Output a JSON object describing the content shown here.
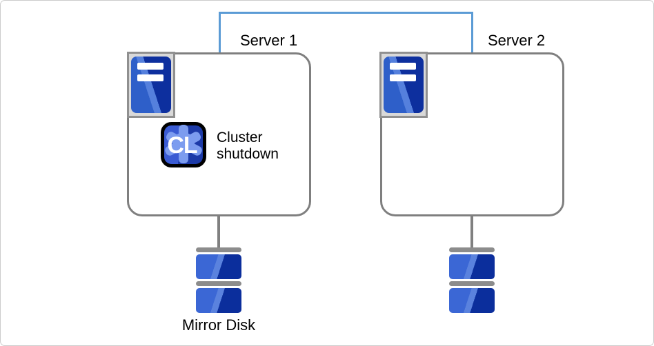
{
  "servers": [
    {
      "label": "Server 1"
    },
    {
      "label": "Server 2"
    }
  ],
  "annotation": {
    "text": "Cluster shutdown",
    "icon_text": "CL"
  },
  "disk": {
    "label": "Mirror Disk"
  },
  "icons": {
    "server_unit": "server-tower-icon",
    "cluster_app": "cluster-app-icon",
    "storage": "mirror-disk-icon"
  },
  "colors": {
    "canvas-border": "#CCCCCC",
    "interconnect-blue": "#5B9BD5",
    "box-border": "#7F7F7F",
    "connector-gray": "#808080",
    "hw-gray": "#8C8C8C",
    "iconbox-border": "#909090",
    "iconbox-bg": "#D9D9D9",
    "panel-light": "#2E5FC9",
    "panel-sheen": "#5580DD",
    "panel-dark": "#0D2F9E",
    "disk-light": "#3B67D5",
    "disk-sheen": "#5A82DE",
    "disk-dark": "#0B2E9C",
    "cl-border": "#000000",
    "cl-bg-light": "#3A5BD3",
    "cl-bg-dark": "#1C3AA8",
    "cl-shape": "#7C9CEF"
  }
}
